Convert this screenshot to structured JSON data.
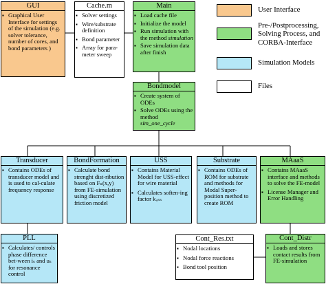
{
  "colors": {
    "user_interface": "#f9c88e",
    "processing": "#8fde82",
    "simulation_models": "#b5e7f7",
    "files": "#ffffff",
    "line": "#000000"
  },
  "gui": {
    "title": "GUI",
    "items": [
      "Graphical User Interface for settings of the simulation (e.g. solver tolerance, number of cores, and bond parameters )"
    ]
  },
  "cache": {
    "title": "Cache.m",
    "items": [
      "Solver settings",
      "Wire/substrate definition",
      "Bond parameter",
      "Array for para-meter sweep"
    ]
  },
  "main": {
    "title": "Main",
    "items": [
      "Load cache file",
      "Initialize the model",
      "Run simulation with the method",
      "Save simulation data after finish"
    ],
    "method": "simulation"
  },
  "bondmodel": {
    "title": "Bondmodel",
    "items": [
      "Create system of ODEs",
      "Solve ODEs using the method"
    ],
    "method": "sim_one_cycle"
  },
  "transducer": {
    "title": "Transducer",
    "items": [
      "Contains ODEs of transducer model and is used to cal-culate frequency response"
    ]
  },
  "bondformation": {
    "title": "BondFormation",
    "items": [
      "Calculate bond strenght dist-ribution based on Fₙ(x,y) from FE-simulation using discretized friction model"
    ]
  },
  "uss": {
    "title": "USS",
    "items": [
      "Contains Material Model for USS-effect for wire material",
      "Calculates soften-ing factor kᵤₛₛ"
    ]
  },
  "substrate": {
    "title": "Substrate",
    "items": [
      "Contains ODEs of ROM for substrate and methods for Modal Super-position method to create ROM"
    ]
  },
  "maas": {
    "title": "MAaaS",
    "items": [
      "Contains MAaaS interface and methods to solve the FE-model",
      "License Manager and Error Handling"
    ]
  },
  "pll": {
    "title": "PLL",
    "items": [
      "Calculates/ controls phase difference bet-ween iₛ and uₛ for resonance control"
    ]
  },
  "cont_res": {
    "title": "Cont_Res.txt",
    "items": [
      "Nodal locations",
      "Nodal force reactions",
      "Bond tool position"
    ]
  },
  "cont_distr": {
    "title": "Cont_Distr",
    "items": [
      "Loads and stores contact results from FE-simulation"
    ]
  },
  "legend": [
    {
      "label": "User Interface"
    },
    {
      "label": "Pre-/Postprocessing, Solving Process, and CORBA-Interface"
    },
    {
      "label": "Simulation Models"
    },
    {
      "label": "Files"
    }
  ]
}
